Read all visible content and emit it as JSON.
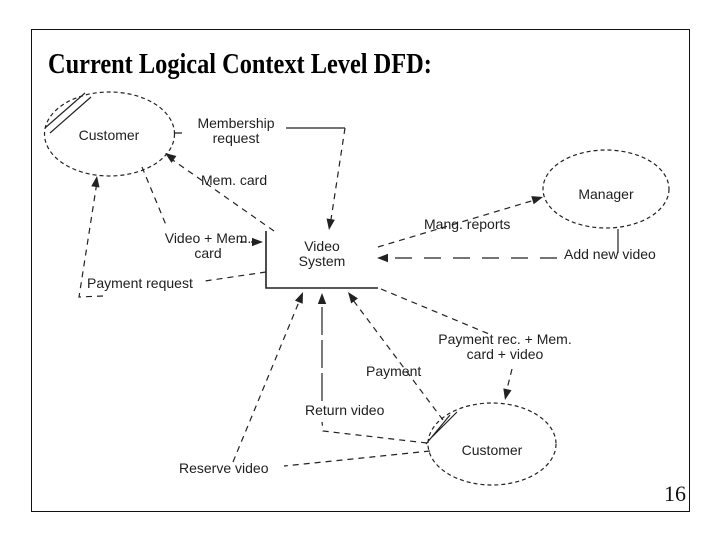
{
  "slide": {
    "title": "Current Logical Context Level DFD:",
    "page_number": "16"
  },
  "nodes": {
    "customer_top": "Customer",
    "manager": "Manager",
    "customer_bottom": "Customer",
    "video_system": "Video\nSystem"
  },
  "flows": {
    "membership_request": "Membership\nrequest",
    "mem_card": "Mem. card",
    "video_mem_card": "Video + Mem.\ncard",
    "payment_request": "Payment request",
    "mang_reports": "Mang. reports",
    "add_new_video": "Add new video",
    "payment_rec": "Payment rec. + Mem.\ncard + video",
    "payment": "Payment",
    "return_video": "Return video",
    "reserve_video": "Reserve video"
  },
  "colors": {
    "ink": "#222222",
    "background": "#ffffff"
  }
}
